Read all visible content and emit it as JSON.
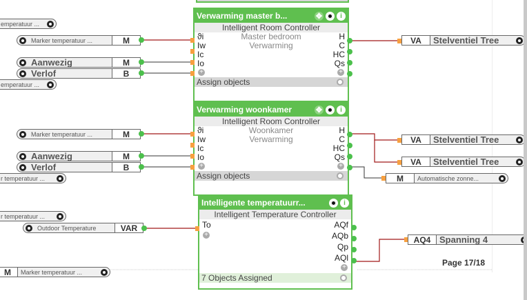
{
  "canvas": {
    "page_label": "Page 17/18"
  },
  "left_objects": [
    {
      "label": "emperatuur ...",
      "code": ""
    },
    {
      "label": "Marker temperatuur ...",
      "code": "M"
    },
    {
      "label": "Aanwezig",
      "code": "M"
    },
    {
      "label": "Verlof",
      "code": "B"
    },
    {
      "label": "emperatuur ...",
      "code": ""
    },
    {
      "label": "Marker temperatuur ...",
      "code": "M"
    },
    {
      "label": "Aanwezig",
      "code": "M"
    },
    {
      "label": "Verlof",
      "code": "B"
    },
    {
      "label": "r temperatuur ...",
      "code": ""
    },
    {
      "label": "r temperatuur ...",
      "code": ""
    },
    {
      "label": "Outdoor Temperature",
      "code": "VAR"
    },
    {
      "label": "Marker temperatuur ...",
      "code": "M"
    }
  ],
  "blocks": [
    {
      "title": "Verwarming master b...",
      "subtitle": "Intelligent Room Controller",
      "inputs": [
        "ϑi",
        "Iw",
        "Ic",
        "Io"
      ],
      "center": [
        "Master bedroom",
        "Verwarming"
      ],
      "outputs": [
        "H",
        "C",
        "HC",
        "Qs"
      ],
      "footer": "Assign objects"
    },
    {
      "title": "Verwarming woonkamer",
      "subtitle": "Intelligent Room Controller",
      "inputs": [
        "ϑi",
        "Iw",
        "Ic",
        "Io"
      ],
      "center": [
        "Woonkamer",
        "Verwarming"
      ],
      "outputs": [
        "H",
        "C",
        "HC",
        "Qs"
      ],
      "footer": "Assign objects"
    },
    {
      "title": "Intelligente temperatuurr...",
      "subtitle": "Intelligent Temperature Controller",
      "inputs": [
        "To"
      ],
      "center": [],
      "outputs": [
        "AQf",
        "AQb",
        "Qp",
        "AQl"
      ],
      "footer": "7 Objects Assigned"
    }
  ],
  "right_objects": [
    {
      "code": "VA",
      "label": "Stelventiel Tree"
    },
    {
      "code": "VA",
      "label": "Stelventiel Tree"
    },
    {
      "code": "VA",
      "label": "Stelventiel Tree"
    },
    {
      "code": "M",
      "label": "Automatische zonne..."
    },
    {
      "code": "AQ4",
      "label": "Spanning 4"
    }
  ],
  "icons": {
    "gear": "gear-icon",
    "move": "move-icon",
    "info": "info-icon",
    "add": "add-port-icon"
  },
  "colors": {
    "block_green": "#5fbf4f",
    "connector_green": "#4cc04c",
    "input_orange": "#f7a040",
    "wire_red": "#a01818",
    "wire_dark": "#333333"
  }
}
